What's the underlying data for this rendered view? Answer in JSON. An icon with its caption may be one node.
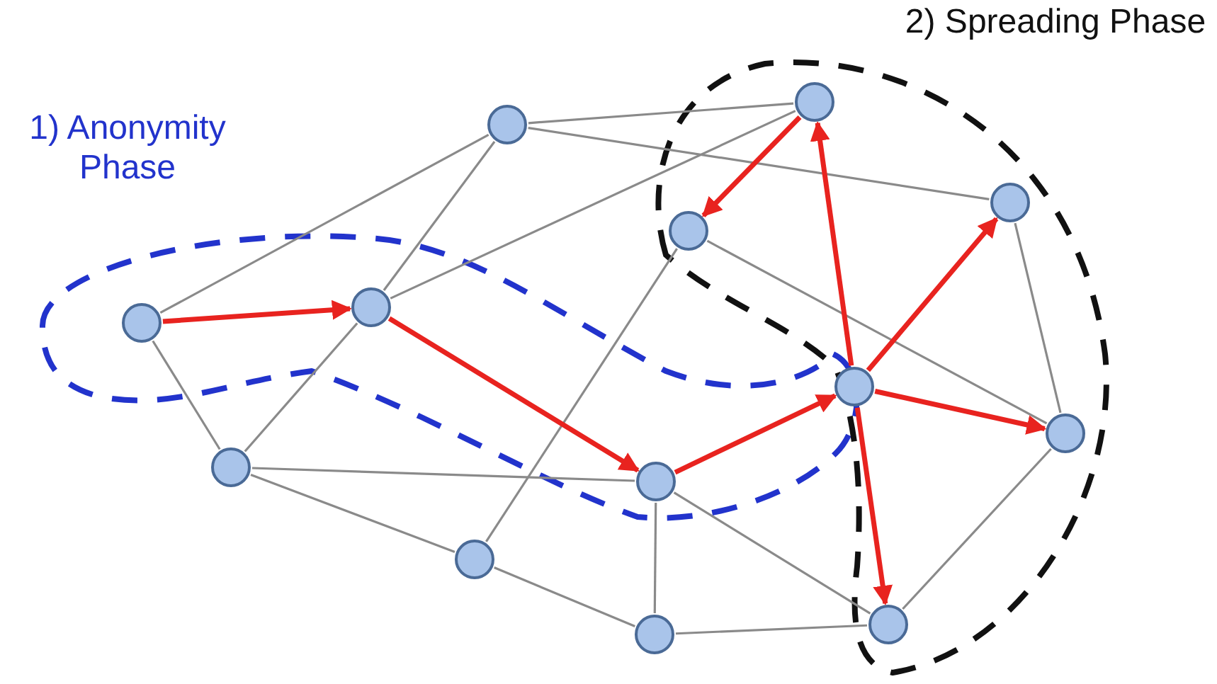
{
  "diagram": {
    "nodes": [
      {
        "text": [],
        "shape": "circle"
      },
      {
        "text": [],
        "shape": "circle"
      },
      {
        "text": [],
        "shape": "circle"
      },
      {
        "text": [],
        "shape": "circle"
      },
      {
        "text": [],
        "shape": "circle"
      },
      {
        "text": [],
        "shape": "circle"
      },
      {
        "text": [],
        "shape": "circle"
      },
      {
        "text": [],
        "shape": "circle"
      },
      {
        "text": [],
        "shape": "circle"
      },
      {
        "text": [],
        "shape": "circle"
      },
      {
        "text": [],
        "shape": "circle"
      },
      {
        "text": [],
        "shape": "circle"
      },
      {
        "text": [],
        "shape": "circle"
      }
    ],
    "edges": [
      {
        "from": 0,
        "to": 2,
        "arrow": "none"
      },
      {
        "from": 0,
        "to": 3,
        "arrow": "none"
      },
      {
        "from": 1,
        "to": 2,
        "arrow": "none"
      },
      {
        "from": 1,
        "to": 3,
        "arrow": "none"
      },
      {
        "from": 1,
        "to": 7,
        "arrow": "none"
      },
      {
        "from": 2,
        "to": 7,
        "arrow": "none"
      },
      {
        "from": 2,
        "to": 9,
        "arrow": "none"
      },
      {
        "from": 8,
        "to": 4,
        "arrow": "none"
      },
      {
        "from": 8,
        "to": 11,
        "arrow": "none"
      },
      {
        "from": 3,
        "to": 5,
        "arrow": "none"
      },
      {
        "from": 3,
        "to": 4,
        "arrow": "none"
      },
      {
        "from": 4,
        "to": 6,
        "arrow": "none"
      },
      {
        "from": 5,
        "to": 6,
        "arrow": "none"
      },
      {
        "from": 5,
        "to": 12,
        "arrow": "none"
      },
      {
        "from": 6,
        "to": 12,
        "arrow": "none"
      },
      {
        "from": 12,
        "to": 11,
        "arrow": "none"
      },
      {
        "from": 9,
        "to": 11,
        "arrow": "none"
      },
      {
        "from": 0,
        "to": 1,
        "arrow": "to",
        "style": "thick",
        "color": "#e8231f"
      },
      {
        "from": 1,
        "to": 5,
        "arrow": "to",
        "style": "thick",
        "color": "#e8231f"
      },
      {
        "from": 5,
        "to": 10,
        "arrow": "to",
        "style": "thick",
        "color": "#e8231f"
      },
      {
        "from": 7,
        "to": 8,
        "arrow": "to",
        "style": "thick",
        "color": "#e8231f"
      },
      {
        "from": 10,
        "to": 7,
        "arrow": "to",
        "style": "thick",
        "color": "#e8231f"
      },
      {
        "from": 10,
        "to": 9,
        "arrow": "to",
        "style": "thick",
        "color": "#e8231f"
      },
      {
        "from": 10,
        "to": 11,
        "arrow": "to",
        "style": "thick",
        "color": "#e8231f"
      },
      {
        "from": 10,
        "to": 12,
        "arrow": "to",
        "style": "thick",
        "color": "#e8231f"
      }
    ],
    "labels": [
      "1) Anonymity Phase",
      "2) Spreading Phase"
    ]
  }
}
